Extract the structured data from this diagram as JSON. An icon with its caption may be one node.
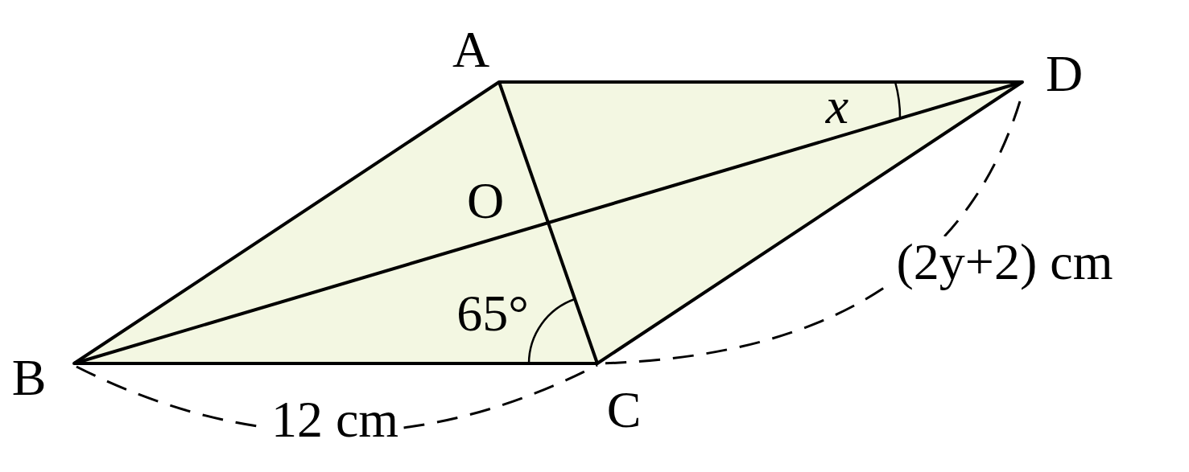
{
  "diagram": {
    "labels": [
      "A",
      "D",
      "x",
      "O",
      "(2y+2) cm",
      "65°",
      "B",
      "12 cm",
      "C"
    ]
  }
}
